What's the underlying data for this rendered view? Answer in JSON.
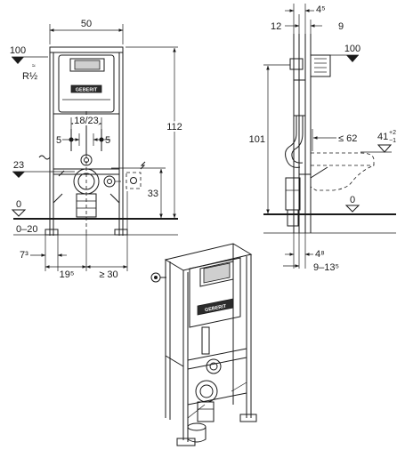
{
  "brand": "GEBERIT",
  "front_view": {
    "width_dim": "50",
    "height_dim": "112",
    "water_level": "100",
    "supply_thread": "R½",
    "spacing_dim": "18/23",
    "offset_left": "5",
    "offset_right": "5",
    "drain_height": "23",
    "bolt_height": "33",
    "floor_level": "0",
    "floor_range": "0–20",
    "foot_dim": "7³",
    "foot_spacing": "19⁵",
    "min_clearance": "≥ 30"
  },
  "side_view": {
    "top_dim_a": "4⁵",
    "top_dim_b": "12",
    "top_dim_c": "9",
    "water_level": "100",
    "height_dim": "101",
    "pan_reach": "≤ 62",
    "pan_height": "41",
    "pan_height_tol_upper": "+2",
    "pan_height_tol_lower": "−1",
    "floor_level": "0",
    "bottom_dim_a": "4⁸",
    "bottom_dim_b": "9–13⁵"
  }
}
